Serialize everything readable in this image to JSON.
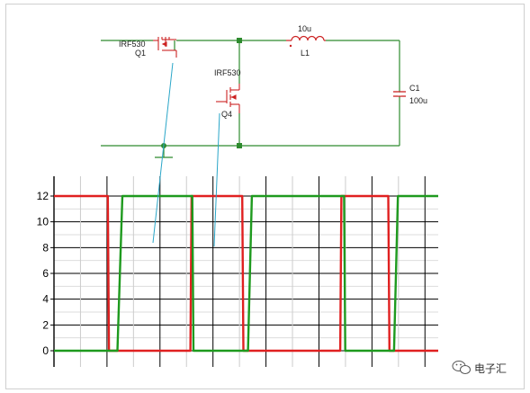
{
  "schematic": {
    "q1_part": "IRF530",
    "q1_ref": "Q1",
    "q4_part": "IRF530",
    "q4_ref": "Q4",
    "l1_value": "10u",
    "l1_ref": "L1",
    "c1_ref": "C1",
    "c1_value": "100u",
    "colors": {
      "wire": "#2e8b2e",
      "part": "#cc2222",
      "probe": "#2aa6c8"
    }
  },
  "chart_data": {
    "type": "line",
    "title": "",
    "xlabel": "",
    "ylabel": "",
    "ylim": [
      0,
      12
    ],
    "xlim": [
      0,
      100
    ],
    "yticks": [
      0,
      2,
      4,
      6,
      8,
      10,
      12
    ],
    "grid": true,
    "series": [
      {
        "color": "#e02020",
        "x": [
          0,
          14.0,
          14.3,
          35.5,
          35.8,
          49.0,
          49.3,
          74.5,
          74.8,
          87.0,
          87.3,
          100
        ],
        "y": [
          12,
          12,
          0,
          0,
          12,
          12,
          0,
          0,
          12,
          12,
          0,
          0
        ]
      },
      {
        "color": "#1e9a1e",
        "x": [
          0,
          16.5,
          17.8,
          36.0,
          36.3,
          50.5,
          51.5,
          75.5,
          75.8,
          88.5,
          89.5,
          100
        ],
        "y": [
          0,
          0,
          12,
          12,
          0,
          0,
          12,
          12,
          0,
          0,
          12,
          12
        ]
      }
    ]
  },
  "watermark": {
    "text": "电子汇",
    "icon": "wechat-icon"
  }
}
